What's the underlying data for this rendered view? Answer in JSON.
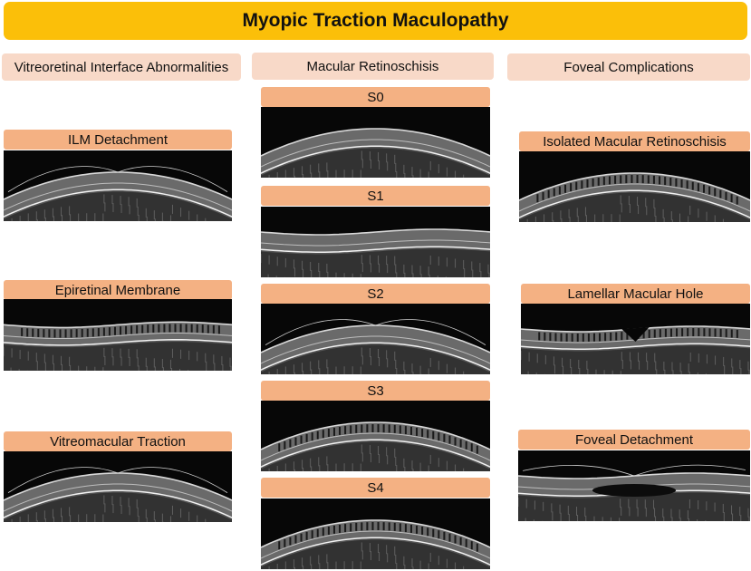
{
  "title": "Myopic Traction Maculopathy",
  "columns": {
    "left": "Vitreoretinal Interface Abnormalities",
    "middle": "Macular Retinoschisis",
    "right": "Foveal Complications"
  },
  "panels": {
    "ilm_detachment": "ILM Detachment",
    "epiretinal_membrane": "Epiretinal Membrane",
    "vitreomacular_traction": "Vitreomacular Traction",
    "s0": "S0",
    "s1": "S1",
    "s2": "S2",
    "s3": "S3",
    "s4": "S4",
    "isolated_macular_retinoschisis": "Isolated Macular Retinoschisis",
    "lamellar_macular_hole": "Lamellar Macular Hole",
    "foveal_detachment": "Foveal Detachment"
  }
}
